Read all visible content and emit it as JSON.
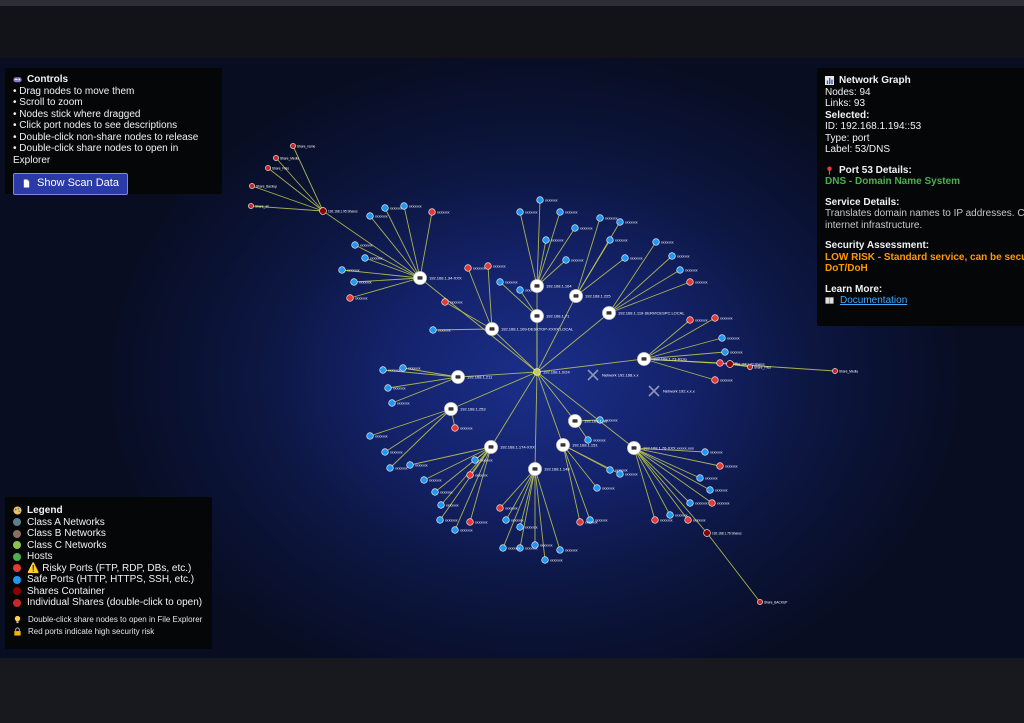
{
  "controls": {
    "title": "Controls",
    "items": [
      "• Drag nodes to move them",
      "• Scroll to zoom",
      "• Nodes stick where dragged",
      "• Click port nodes to see descriptions",
      "• Double-click non-share nodes to release",
      "• Double-click share nodes to open in Explorer"
    ],
    "button_label": "Show Scan Data"
  },
  "info": {
    "title": "Network Graph",
    "nodes": "Nodes: 94",
    "links": "Links: 93",
    "selected_heading": "Selected:",
    "selected_id": "ID: 192.168.1.194::53",
    "selected_type": "Type: port",
    "selected_label": "Label: 53/DNS",
    "port_heading": "Port 53 Details:",
    "port_service": "DNS - Domain Name System",
    "service_heading": "Service Details:",
    "service_text_1": "Translates domain names to IP addresses. Cr",
    "service_text_2": "internet infrastructure.",
    "security_heading": "Security Assessment:",
    "security_text_1": "LOW RISK - Standard service, can be secu",
    "security_text_2": "DoT/DoH",
    "learn_heading": "Learn More:",
    "doc_link": "Documentation"
  },
  "legend": {
    "title": "Legend",
    "items": [
      {
        "label": "Class A Networks",
        "color": "#607d8b"
      },
      {
        "label": "Class B Networks",
        "color": "#8d6e63"
      },
      {
        "label": "Class C Networks",
        "color": "#8bc34a"
      },
      {
        "label": "Hosts",
        "color": "#4caf50"
      },
      {
        "label": "⚠️ Risky Ports (FTP, RDP, DBs, etc.)",
        "color": "#e53935"
      },
      {
        "label": "Safe Ports (HTTP, HTTPS, SSH, etc.)",
        "color": "#2196f3"
      },
      {
        "label": "Shares Container",
        "color": "#8b0000"
      },
      {
        "label": "Individual Shares (double-click to open)",
        "color": "#c62828"
      }
    ],
    "note1": "Double-click share nodes to open in File Explorer",
    "note2": "Red ports indicate high security risk"
  },
  "graph": {
    "center_label": "192.168.1.0/24",
    "network_label_1": "Network 192.168.x.x",
    "network_label_2": "Network 192.x.x.x",
    "hosts": [
      "192.168.1.34-XXX",
      "192.168.1.164",
      "192.168.1.225",
      "192.168.1.119-SERVICESPC.LOCAL",
      "192.168.1.71",
      "192.168.1.109-DESKTOP-XXXX.LOCAL",
      "192.168.1.73-ROG",
      "192.168.1.211",
      "192.168.1.253",
      "192.168.1.90",
      "192.168.1.174-XXX",
      "192.168.1.151",
      "192.168.1.76-XXX.xxxxx.xxx",
      "192.168.1.148"
    ],
    "share_containers": [
      "192.168.1.95 Shares",
      "192.168.1.73 Shares",
      "192.168.1.76 Shares"
    ],
    "shares": [
      "Share_name",
      "Share_Media",
      "Share_Files",
      "Share_Backup",
      "Share_all",
      "Share_Data",
      "Share_BACKUP"
    ],
    "colors": {
      "link": "#c5cc52",
      "host": "#ffffff",
      "safe_port": "#2196f3",
      "risky_port": "#e53935",
      "share_container": "#8b0000",
      "share": "#c62828"
    }
  }
}
